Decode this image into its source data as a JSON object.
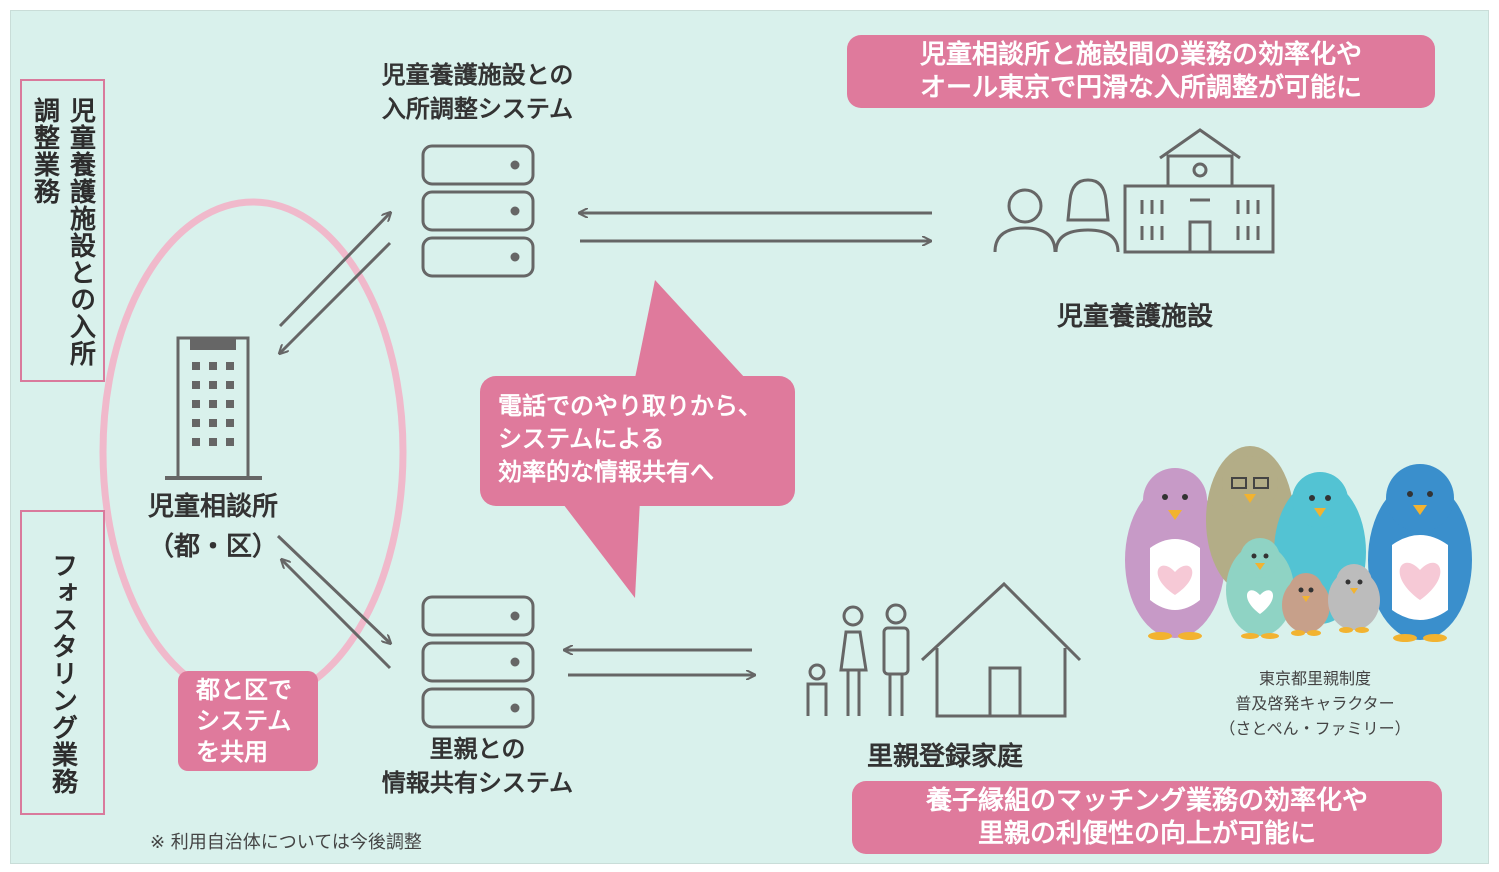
{
  "left_labels": {
    "top": "児童養護施設との入所調整業務",
    "bottom": "フォスタリング業務"
  },
  "system_top": {
    "line1": "児童養護施設との",
    "line2": "入所調整システム"
  },
  "system_bottom": {
    "line1": "里親との",
    "line2": "情報共有システム"
  },
  "center_office": {
    "line1": "児童相談所",
    "line2": "（都・区）"
  },
  "shared_box": {
    "line1": "都と区で",
    "line2": "システム",
    "line3": "を共用"
  },
  "facility": {
    "label": "児童養護施設"
  },
  "foster_home": {
    "label": "里親登録家庭"
  },
  "callout": {
    "line1": "電話でのやり取りから、",
    "line2": "システムによる",
    "line3": "効率的な情報共有へ"
  },
  "banner_top": {
    "line1": "児童相談所と施設間の業務の効率化や",
    "line2": "オール東京で円滑な入所調整が可能に"
  },
  "banner_bottom": {
    "line1": "養子縁組のマッチング業務の効率化や",
    "line2": "里親の利便性の向上が可能に"
  },
  "mascot_caption": {
    "line1": "東京都里親制度",
    "line2": "普及啓発キャラクター",
    "line3": "（さとぺん・ファミリー）"
  },
  "footnote": "※ 利用自治体については今後調整",
  "colors": {
    "background": "#d9f1ec",
    "accent_pink": "#df7a9c",
    "icon_gray": "#666666"
  }
}
